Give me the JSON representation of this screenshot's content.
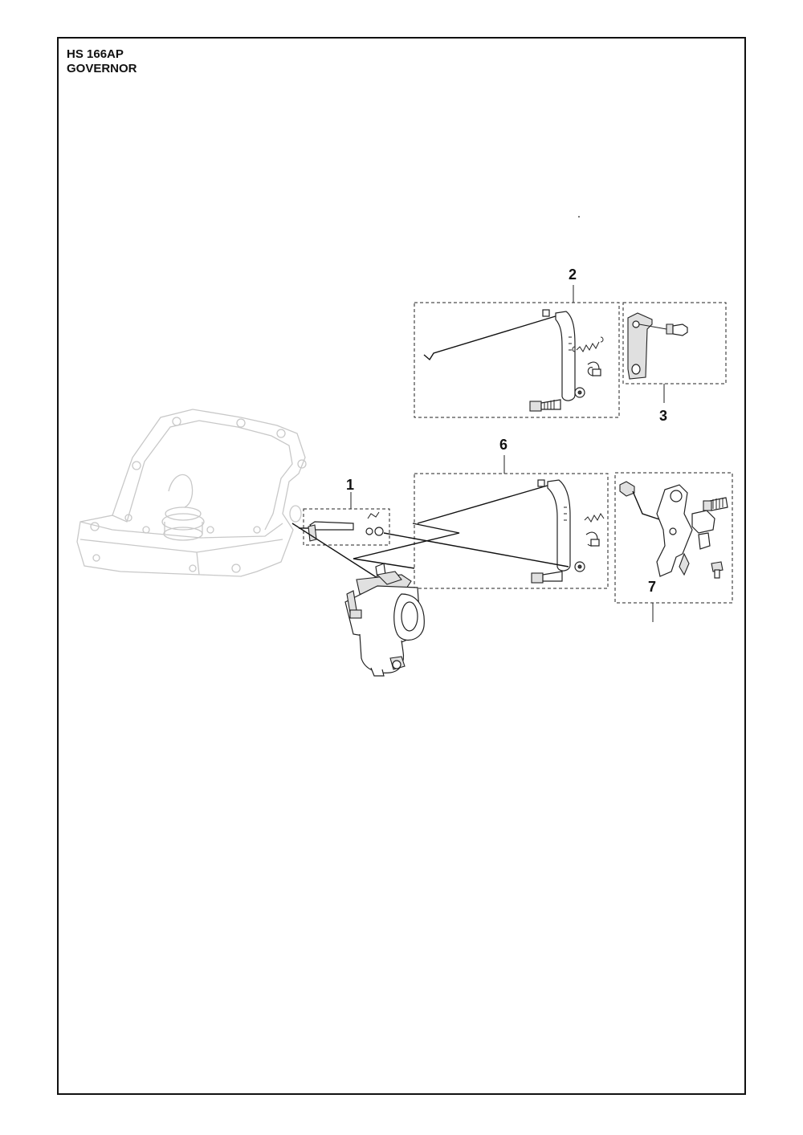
{
  "header": {
    "model": "HS 166AP",
    "section": "GOVERNOR"
  },
  "callouts": {
    "c1": "1",
    "c2": "2",
    "c3": "3",
    "c6": "6",
    "c7": "7"
  },
  "icons": [
    "engine-housing-illustration",
    "carburetor-illustration",
    "governor-rod-illustration",
    "spring-illustration",
    "bracket-illustration",
    "governor-lever-illustration"
  ]
}
